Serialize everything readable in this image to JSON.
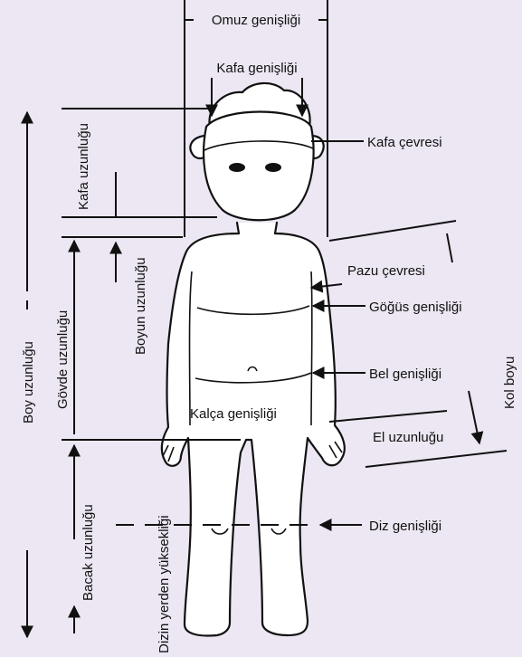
{
  "background": "#ece7f2",
  "labels": {
    "omuz": "Omuz genişliği",
    "kafa_genisligi": "Kafa genişliği",
    "kafa_cevresi": "Kafa çevresi",
    "kafa_uzunlugu": "Kafa uzunluğu",
    "boyun_uzunlugu": "Boyun uzunluğu",
    "govde_uzunlugu": "Gövde uzunluğu",
    "boy_uzunlugu": "Boy uzunluğu",
    "pazu_cevresi": "Pazu çevresi",
    "gogus_genisligi": "Göğüs genişliği",
    "bel_genisligi": "Bel genişliği",
    "kalca_genisligi": "Kalça genişliği",
    "el_uzunlugu": "El uzunluğu",
    "kol_boyu": "Kol boyu",
    "bacak_uzunlugu": "Bacak uzunluğu",
    "dizin_yerden": "Dizin yerden yüksekliği",
    "diz_genisligi": "Diz genişliği"
  }
}
